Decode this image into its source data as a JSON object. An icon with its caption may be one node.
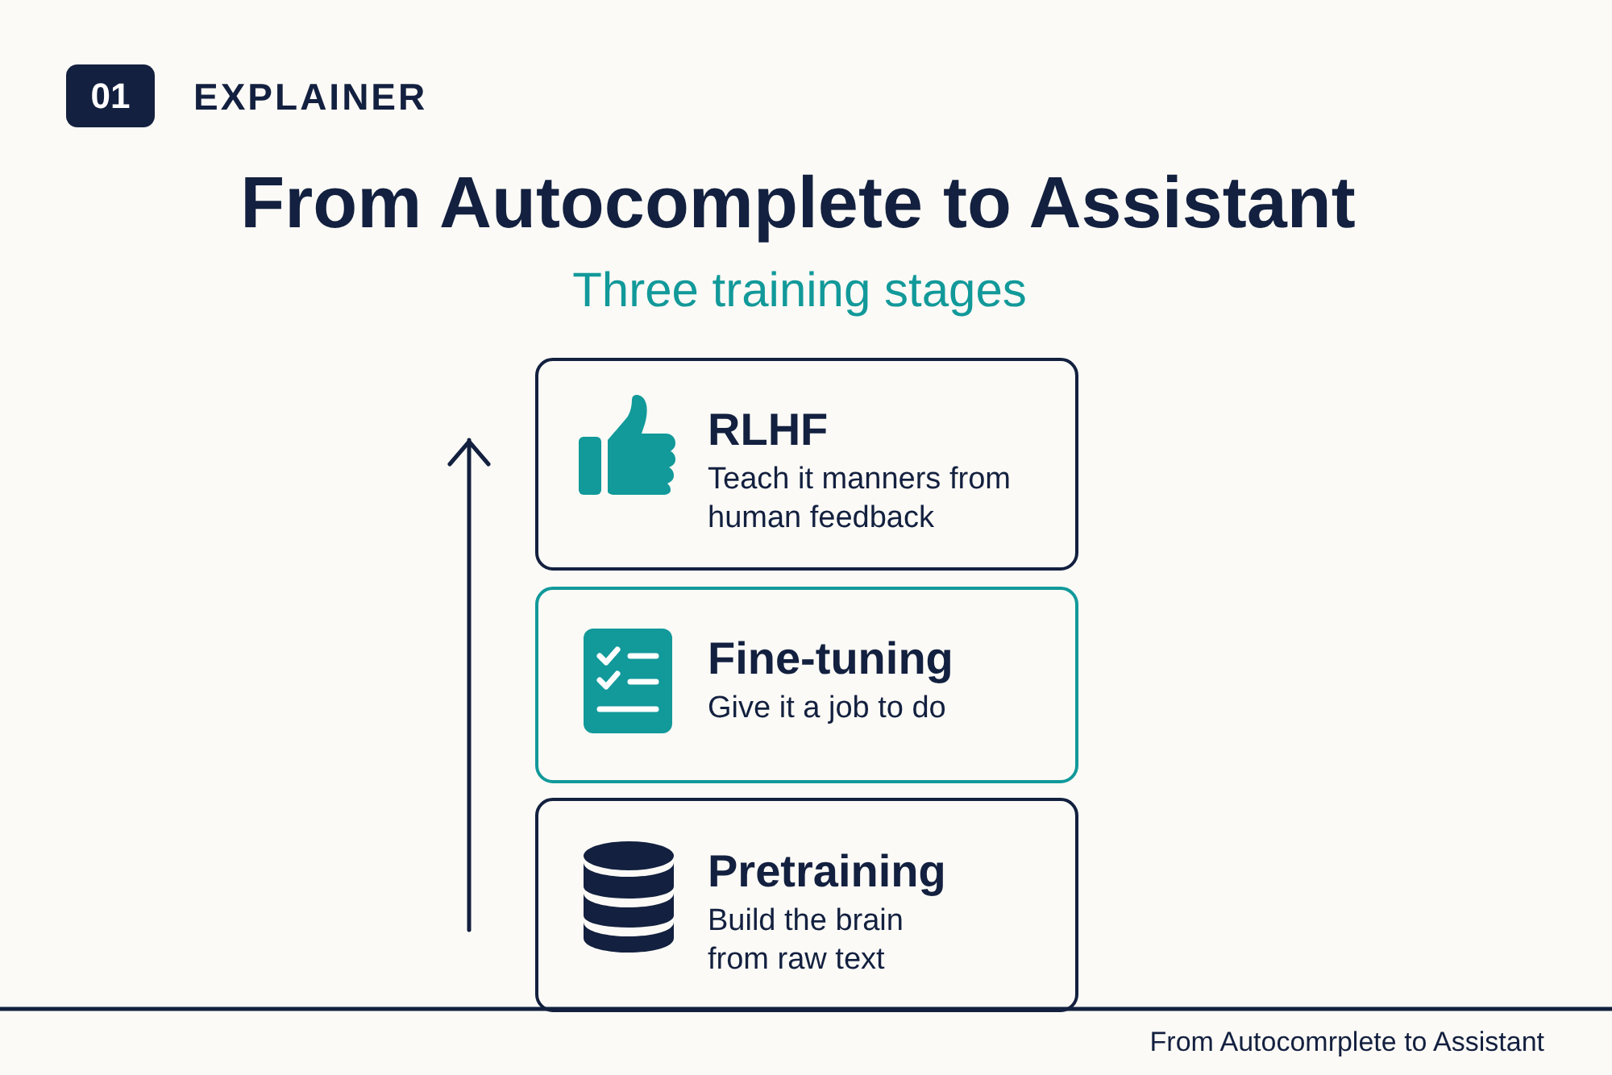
{
  "diagram": {
    "title": "From Autocomplete to Assistant",
    "nodes": [
      {
        "text": [
          "RLHF",
          "Teach it manners from human feedback"
        ]
      },
      {
        "text": [
          "Fine-tuning",
          "Give it a job to do"
        ]
      },
      {
        "text": [
          "Pretraining",
          "Build the brain from raw text"
        ]
      }
    ],
    "labels": [
      "01",
      "EXPLAINER",
      "Three training stages",
      "From Autocomrplete to Assistant"
    ]
  }
}
